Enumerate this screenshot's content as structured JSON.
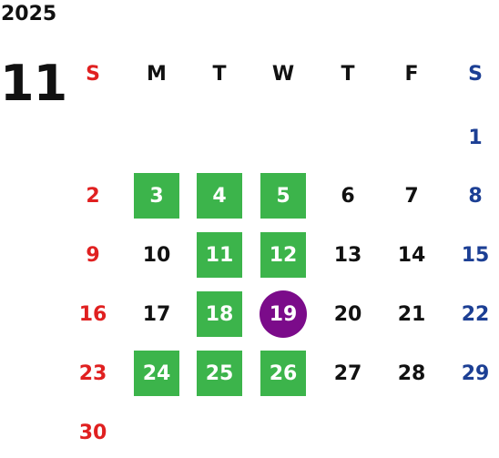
{
  "year": "2025",
  "month": "11",
  "weekdays": [
    "S",
    "M",
    "T",
    "W",
    "T",
    "F",
    "S"
  ],
  "colors": {
    "sunday": "#e02020",
    "saturday": "#1c3f94",
    "weekday": "#111111",
    "highlight": "#3cb44b",
    "today": "#7b0b8a"
  },
  "first_weekday_index": 6,
  "days_in_month": 30,
  "highlighted_days": [
    3,
    4,
    5,
    11,
    12,
    18,
    24,
    25,
    26
  ],
  "today": 19
}
